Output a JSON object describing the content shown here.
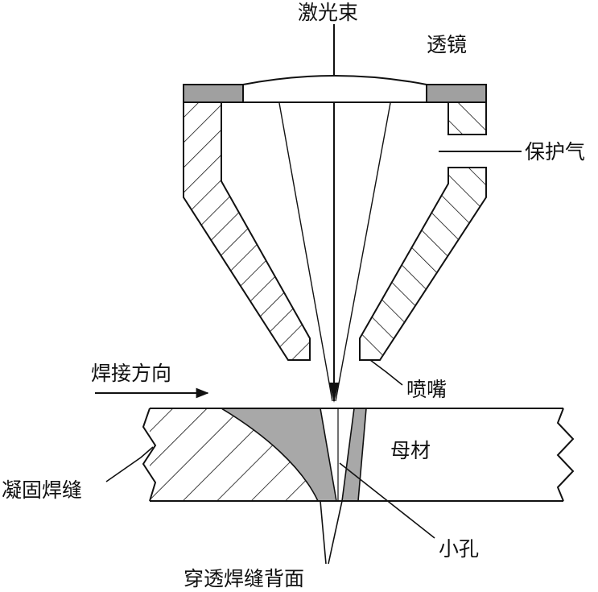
{
  "labels": {
    "laser_beam": "激光束",
    "lens": "透镜",
    "shielding_gas": "保护气",
    "welding_direction": "焊接方向",
    "nozzle": "喷嘴",
    "base_metal": "母材",
    "solidified_weld": "凝固焊缝",
    "keyhole": "小孔",
    "weld_root": "穿透焊缝背面"
  },
  "colors": {
    "line": "#111111",
    "lens_mount": "#a0a0a0",
    "molten_pool": "#a8a8a8",
    "background": "#ffffff"
  }
}
